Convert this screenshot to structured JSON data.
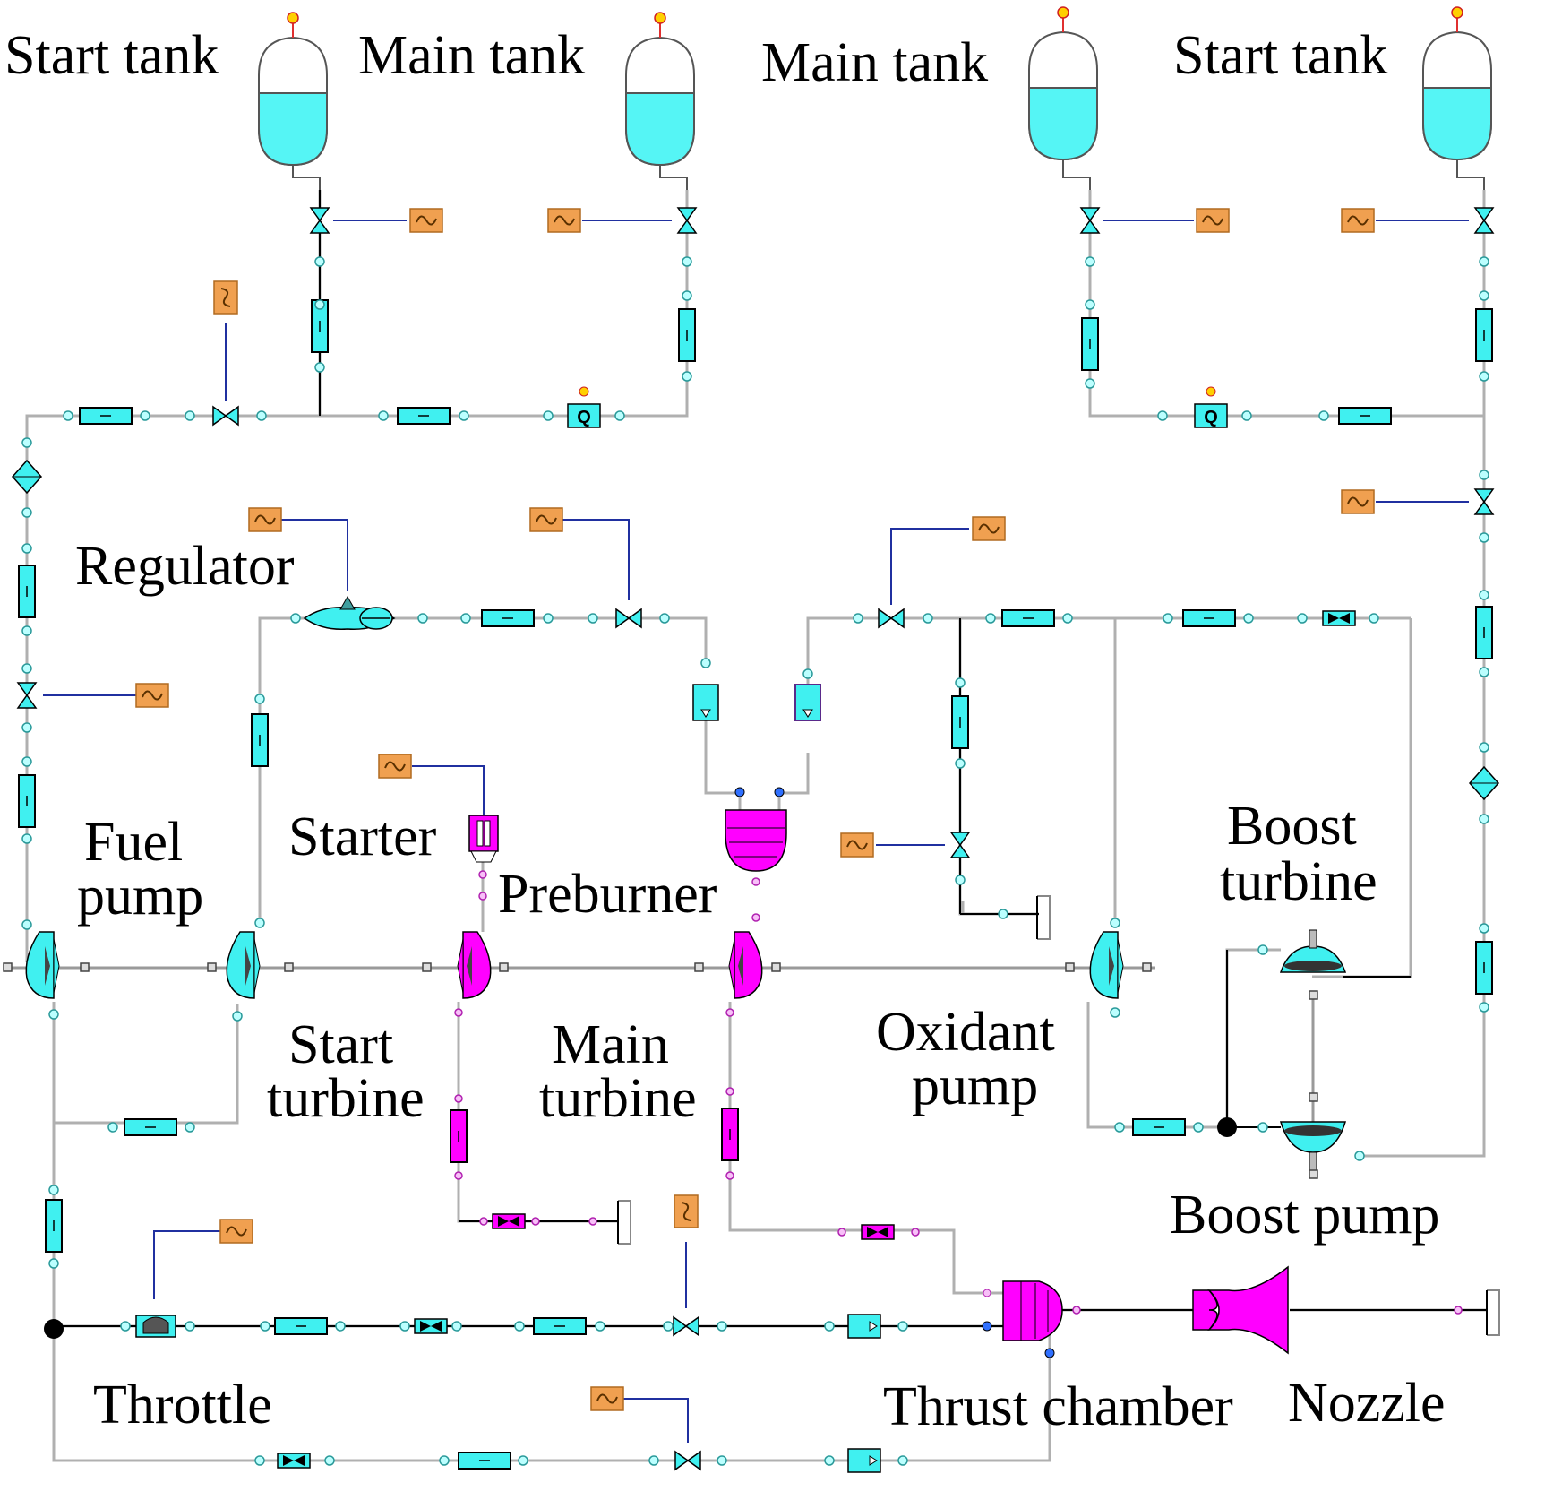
{
  "labels": {
    "start_tank_left": "Start tank",
    "main_tank_left": "Main tank",
    "main_tank_right": "Main tank",
    "start_tank_right": "Start tank",
    "regulator": "Regulator",
    "fuel_pump_1": "Fuel",
    "fuel_pump_2": "pump",
    "starter": "Starter",
    "preburner": "Preburner",
    "boost_turbine_1": "Boost",
    "boost_turbine_2": "turbine",
    "start_turbine_1": "Start",
    "start_turbine_2": "turbine",
    "main_turbine_1": "Main",
    "main_turbine_2": "turbine",
    "oxidant_pump_1": "Oxidant",
    "oxidant_pump_2": "pump",
    "boost_pump": "Boost pump",
    "throttle": "Throttle",
    "thrust_chamber": "Thrust chamber",
    "nozzle": "Nozzle"
  },
  "colors": {
    "fuel_component": "#40f0f0",
    "hot_gas_component": "#ff00ff",
    "signal_source": "#f0a050",
    "pipe": "#b4b4b4",
    "signal_line": "#2030a0",
    "port": "#60d0c0"
  }
}
